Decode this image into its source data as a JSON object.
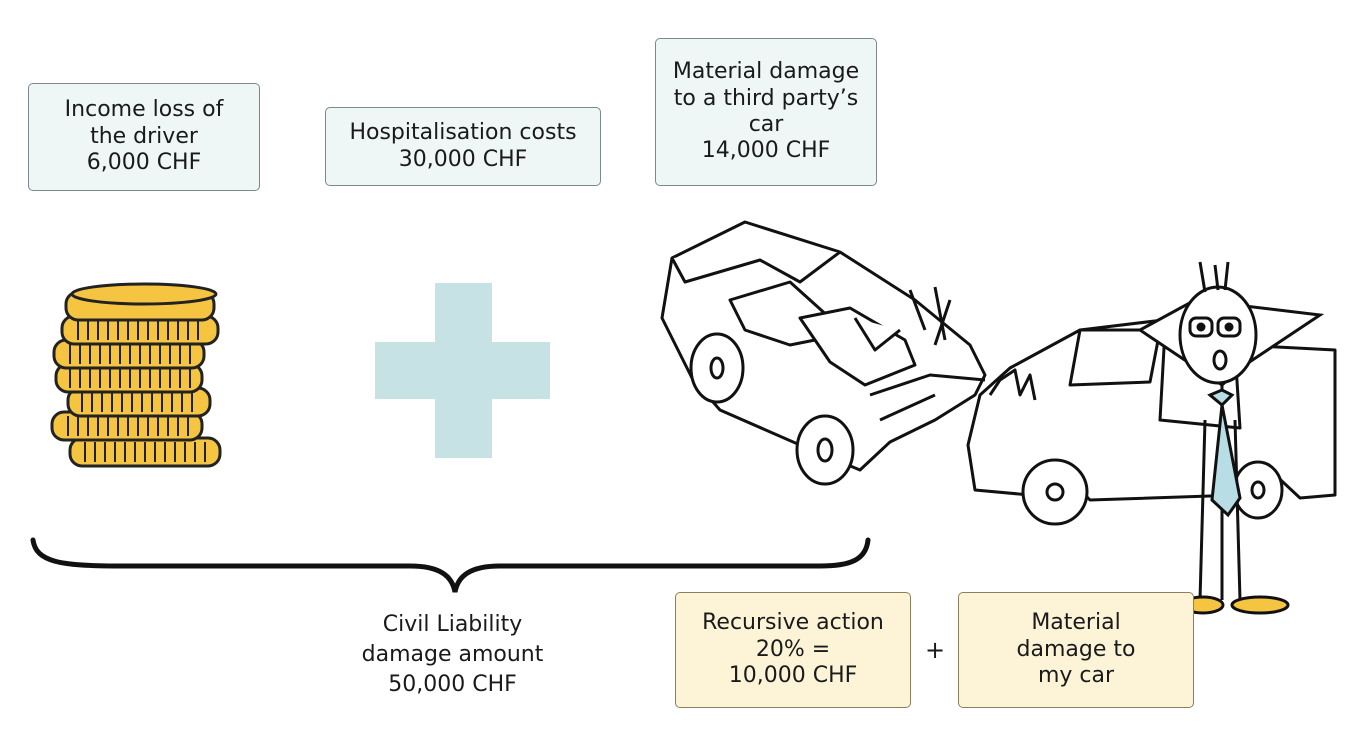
{
  "boxes": {
    "income_loss": {
      "line1": "Income loss of",
      "line2": "the driver",
      "amount": "6,000 CHF"
    },
    "hospitalisation": {
      "line1": "Hospitalisation costs",
      "amount": "30,000 CHF"
    },
    "material_third_party": {
      "line1": "Material damage",
      "line2": "to a third party’s",
      "line3": "car",
      "amount": "14,000 CHF"
    },
    "recursive_action": {
      "line1": "Recursive action",
      "line2": "20% =",
      "amount": "10,000 CHF"
    },
    "material_my_car": {
      "line1": "Material",
      "line2": "damage to",
      "line3": "my car"
    }
  },
  "total": {
    "line1": "Civil Liability",
    "line2": "damage amount",
    "amount": "50,000 CHF"
  },
  "operator": "+",
  "colors": {
    "box_blue_bg": "#eef6f6",
    "box_yellow_bg": "#fdf4d8",
    "plus_cross": "#c6e2e4",
    "coin_gold": "#f5c542",
    "tie": "#b8dde4"
  },
  "icons": [
    "coin-stack-icon",
    "medical-cross-icon",
    "car-crash-icon",
    "stick-figure-icon",
    "curly-brace-icon"
  ]
}
